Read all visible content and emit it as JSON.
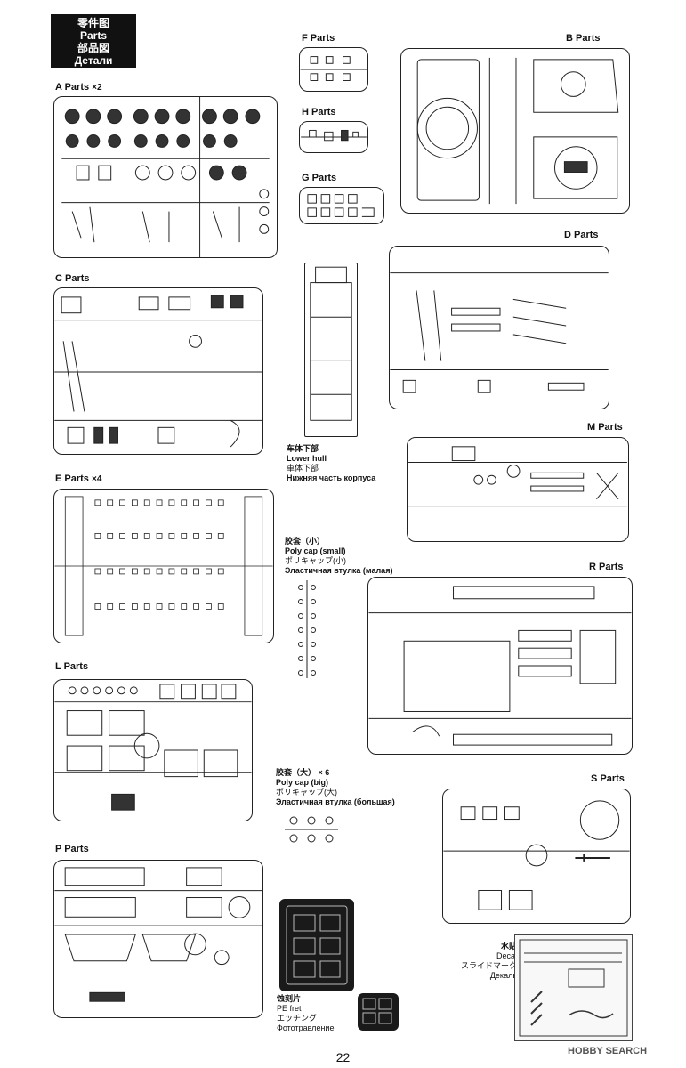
{
  "header": {
    "line1": "零件图",
    "line2": "Parts",
    "line3": "部品図",
    "line4": "Детали"
  },
  "sprues": {
    "A": {
      "label": "A Parts",
      "multiplier": "×2"
    },
    "B": {
      "label": "B Parts"
    },
    "C": {
      "label": "C Parts"
    },
    "D": {
      "label": "D Parts"
    },
    "E": {
      "label": "E Parts",
      "multiplier": "×4"
    },
    "F": {
      "label": "F Parts"
    },
    "G": {
      "label": "G Parts"
    },
    "H": {
      "label": "H Parts"
    },
    "L": {
      "label": "L Parts"
    },
    "M": {
      "label": "M Parts"
    },
    "P": {
      "label": "P Parts"
    },
    "R": {
      "label": "R Parts"
    },
    "S": {
      "label": "S Parts"
    }
  },
  "lower_hull": {
    "zh": "车体下部",
    "en": "Lower hull",
    "ja": "車体下部",
    "ru": "Нижняя часть корпуса"
  },
  "poly_small": {
    "zh": "胶套（小）",
    "en": "Poly cap (small)",
    "ja": "ポリキャップ(小)",
    "ru": "Эластичная втулка (малая)"
  },
  "poly_big": {
    "zh": "胶套（大）",
    "mult": "× 6",
    "en": "Poly cap (big)",
    "ja": "ポリキャップ(大)",
    "ru": "Эластичная втулка (большая)"
  },
  "pe_fret": {
    "zh": "蚀刻片",
    "en": "PE fret",
    "ja": "エッチング",
    "ru": "Фототравление"
  },
  "decal": {
    "zh": "水贴",
    "en": "Decal",
    "ja": "スライドマーク",
    "ru": "Декаль"
  },
  "page_number": "22",
  "watermark": "HOBBY SEARCH"
}
